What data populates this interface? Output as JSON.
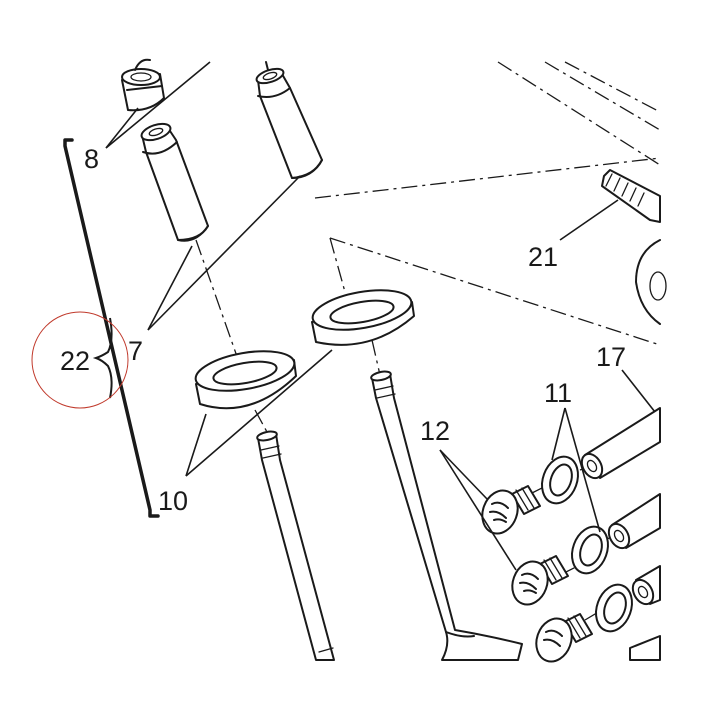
{
  "labels": {
    "part_8": "8",
    "part_7": "7",
    "part_22": "22",
    "part_10": "10",
    "part_12": "12",
    "part_11": "11",
    "part_17": "17",
    "part_21": "21"
  },
  "colors": {
    "ink": "#1a1a1a",
    "highlight_circle": "#c0392b",
    "background": "#ffffff"
  }
}
